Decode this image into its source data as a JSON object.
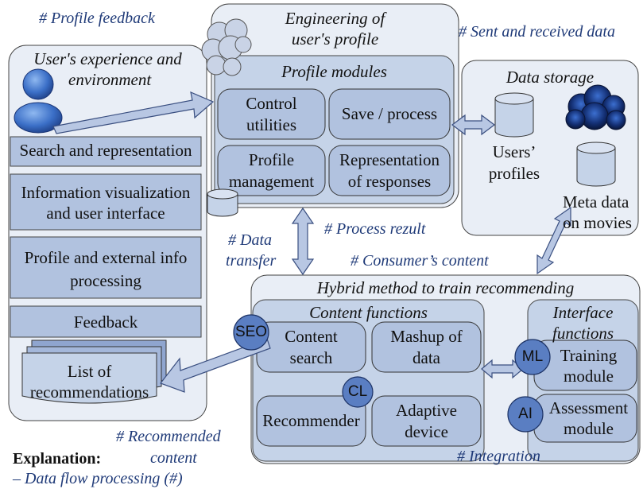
{
  "colors": {
    "panel_fill": "#e9eef6",
    "inner_fill": "#c5d3e8",
    "module_fill": "#b1c2df",
    "stack_fill": "#8fa5cf",
    "arrow_fill": "#b8c7e3",
    "arrow_stroke": "#3a4f80",
    "badge_fill": "#5a7ec2",
    "annotation_text": "#1f3a78"
  },
  "annotations": {
    "profile_feedback": "# Profile feedback",
    "sent_received": "# Sent and received data",
    "data_transfer_1": "# Data",
    "data_transfer_2": "transfer",
    "process_result": "# Process rezult",
    "consumer_content": "# Consumer’s content",
    "recommended_1": "# Recommended",
    "recommended_2": "content",
    "integration": "# Integration"
  },
  "user_panel": {
    "title_1": "User's experience and",
    "title_2": "environment",
    "icon": "user-icon",
    "items": [
      {
        "line1": "Search and representation",
        "line2": ""
      },
      {
        "line1": "Information visualization",
        "line2": "and user interface"
      },
      {
        "line1": "Profile and external info",
        "line2": "processing"
      },
      {
        "line1": "Feedback",
        "line2": ""
      }
    ],
    "recommendations_1": "List of",
    "recommendations_2": "recommendations"
  },
  "engineering_panel": {
    "title_1": "Engineering of",
    "title_2": "user's profile",
    "modules_title": "Profile modules",
    "modules": [
      {
        "line1": "Control",
        "line2": "utilities"
      },
      {
        "line1": "Save / process",
        "line2": ""
      },
      {
        "line1": "Profile",
        "line2": "management"
      },
      {
        "line1": "Representation",
        "line2": "of responses"
      }
    ],
    "cloud_icon": "cloud-icon",
    "db_icon": "database-icon"
  },
  "storage_panel": {
    "title": "Data storage",
    "users_profiles_1": "Users’",
    "users_profiles_2": "profiles",
    "meta_1": "Meta data",
    "meta_2": "on movies"
  },
  "hybrid_panel": {
    "title": "Hybrid method to train recommending",
    "content_title": "Content functions",
    "content_modules": [
      {
        "line1": "Content",
        "line2": "search"
      },
      {
        "line1": "Mashup of",
        "line2": "data"
      },
      {
        "line1": "Recommender",
        "line2": ""
      },
      {
        "line1": "Adaptive",
        "line2": "device"
      }
    ],
    "interface_title_1": "Interface",
    "interface_title_2": "functions",
    "interface_modules": [
      {
        "line1": "Training",
        "line2": "module"
      },
      {
        "line1": "Assessment",
        "line2": "module"
      }
    ],
    "badges": {
      "seo": "SEO",
      "cl": "CL",
      "ml": "ML",
      "ai": "AI"
    }
  },
  "explanation": {
    "label": "Explanation:",
    "text": "– Data flow processing (#)"
  }
}
